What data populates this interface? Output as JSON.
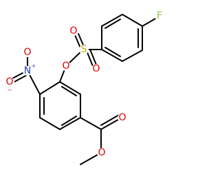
{
  "molecule": {
    "atoms": {
      "fluorine": "F",
      "sulfur": "S",
      "sulfonyl_oxygen_upper": "O",
      "sulfonyl_oxygen_lower": "O",
      "ester_link_oxygen": "O",
      "nitro_nitrogen": "N",
      "nitro_oxygen_upper": "O",
      "nitro_oxygen_lower": "O",
      "carbonyl_oxygen": "O",
      "methoxy_oxygen": "O"
    },
    "charges": {
      "nitro_nitrogen": "+",
      "nitro_oxygen_lower": "−"
    },
    "colors": {
      "bond": "#000000",
      "fluorine": "#8ec63f",
      "sulfur": "#c9a800",
      "oxygen": "#e00000",
      "nitrogen": "#1f3fbf"
    }
  }
}
